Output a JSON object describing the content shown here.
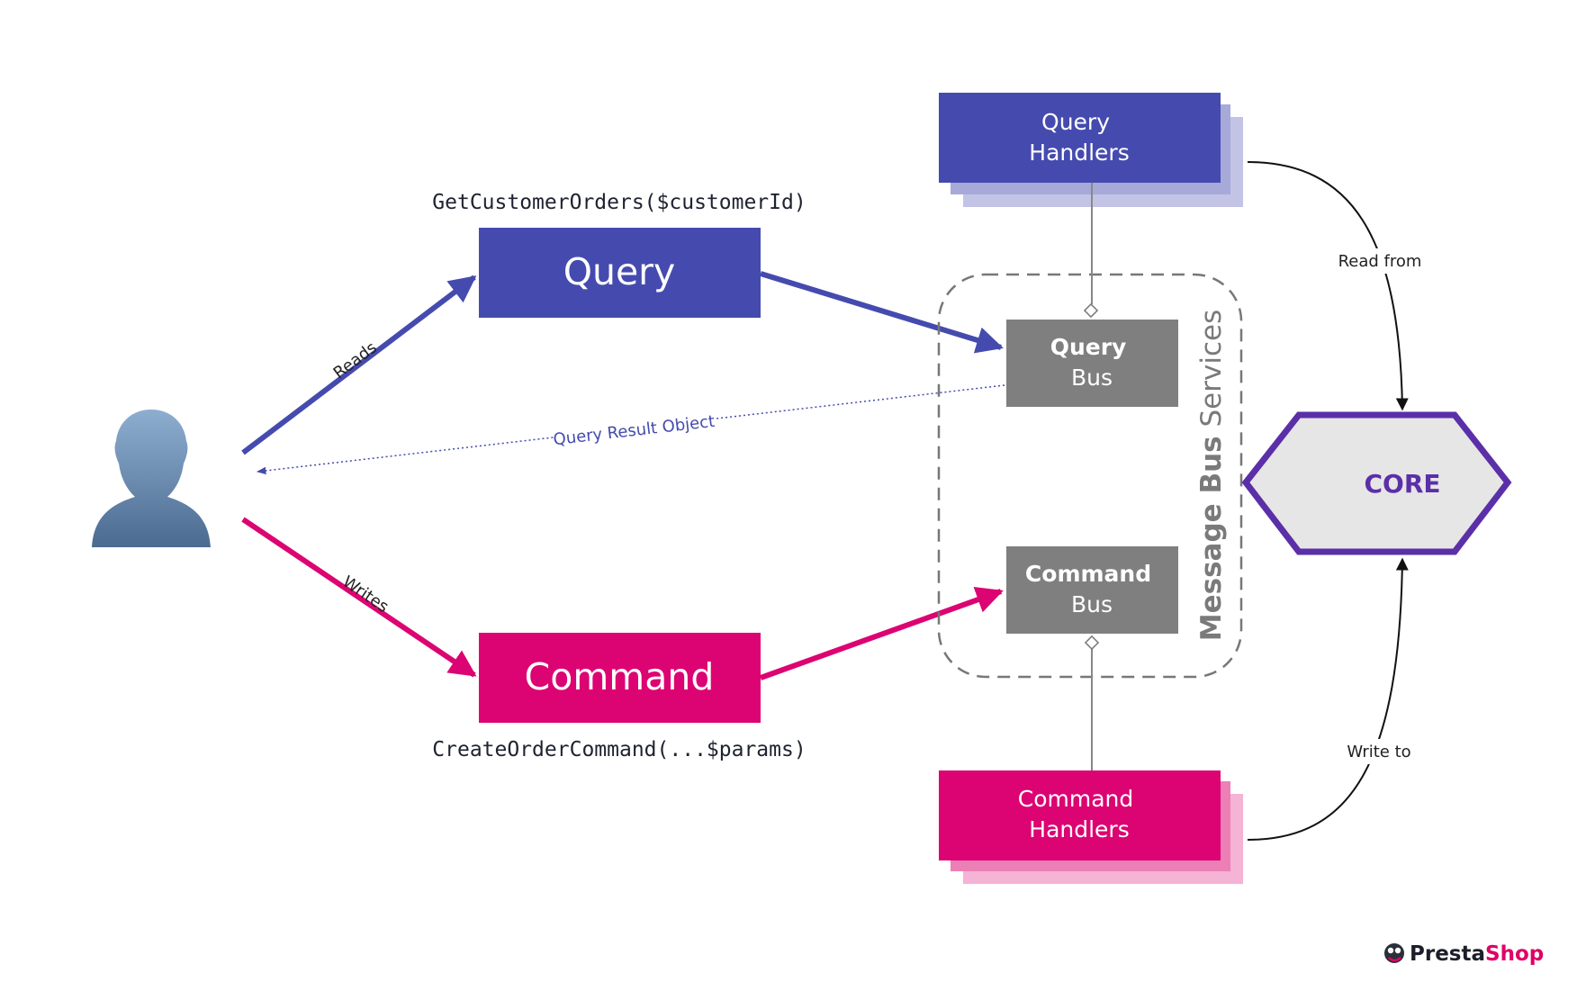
{
  "colors": {
    "query": "#454bae",
    "query_shadow": "#c3c4e5",
    "command": "#dc0472",
    "command_shadow": "#f2a3cc",
    "bus": "#7f7f7f",
    "core_border": "#5b2fa8",
    "core_fill": "#e6e6e6",
    "core_text": "#5b2fa8",
    "services_label": "#7a7a7a",
    "logo_pink": "#df0067"
  },
  "icons": {
    "user": "user-silhouette-icon",
    "logo": "prestashop-logo-icon"
  },
  "query_box": {
    "label": "Query",
    "signature": "GetCustomerOrders($customerId)"
  },
  "command_box": {
    "label": "Command",
    "signature": "CreateOrderCommand(...$params)"
  },
  "query_handlers": {
    "line1": "Query",
    "line2": "Handlers"
  },
  "command_handlers": {
    "line1": "Command",
    "line2": "Handlers"
  },
  "query_bus": {
    "line1": "Query",
    "line2": "Bus"
  },
  "command_bus": {
    "line1": "Command",
    "line2": "Bus"
  },
  "message_bus_services": {
    "bold": "Message Bus",
    "normal": " Services"
  },
  "core": {
    "label": "CORE"
  },
  "edges": {
    "reads": "Reads",
    "writes": "Writes",
    "query_result": "Query Result Object",
    "read_from": "Read from",
    "write_to": "Write to"
  },
  "logo": {
    "part1": "Presta",
    "part2": "Shop"
  }
}
